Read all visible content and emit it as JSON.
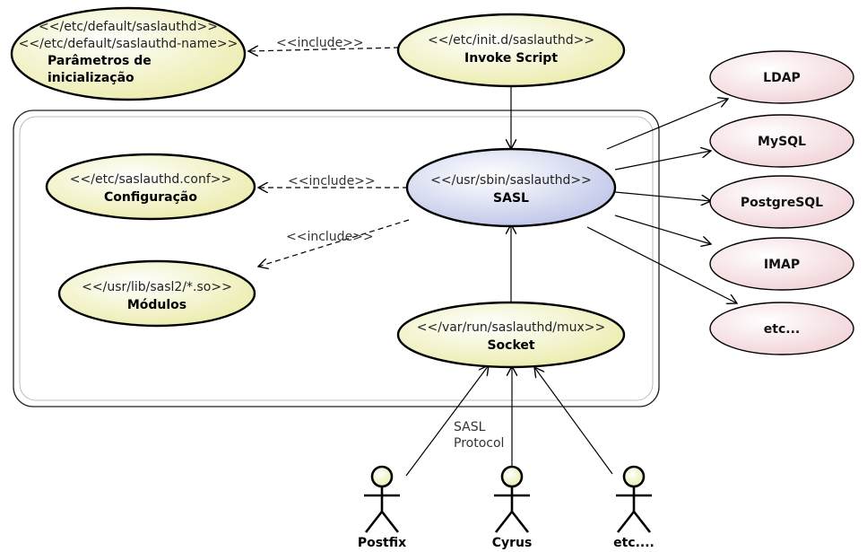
{
  "use_cases": {
    "params": {
      "stereotype_1": "<</etc/default/saslauthd>>",
      "stereotype_2": "<</etc/default/saslauthd-name>>",
      "title_1": "Parâmetros de",
      "title_2": "inicialização"
    },
    "invoke": {
      "stereotype": "<</etc/init.d/saslauthd>>",
      "title": "Invoke Script"
    },
    "config": {
      "stereotype": "<</etc/saslauthd.conf>>",
      "title": "Configuração"
    },
    "sasl": {
      "stereotype": "<</usr/sbin/saslauthd>>",
      "title": "SASL"
    },
    "modules": {
      "stereotype": "<</usr/lib/sasl2/*.so>>",
      "title": "Módulos"
    },
    "socket": {
      "stereotype": "<</var/run/saslauthd/mux>>",
      "title": "Socket"
    }
  },
  "backends": [
    "LDAP",
    "MySQL",
    "PostgreSQL",
    "IMAP",
    "etc..."
  ],
  "relations": {
    "include_params": "<<include>>",
    "include_config": "<<include>>",
    "include_modules": "<<include>>",
    "protocol_1": "SASL",
    "protocol_2": "Protocol"
  },
  "actors": [
    "Postfix",
    "Cyrus",
    "etc...."
  ],
  "colors": {
    "usecase_fill": "#f3f3c9",
    "sasl_fill": "#c4cbe8",
    "backend_fill": "#f5dcdf",
    "boundary": "#222222"
  }
}
